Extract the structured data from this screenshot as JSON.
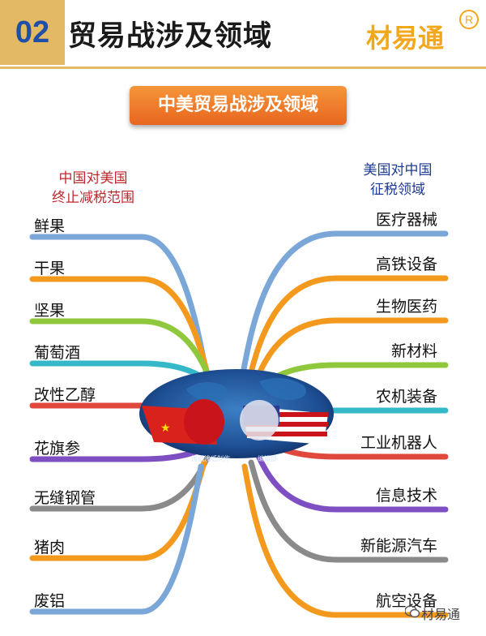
{
  "header": {
    "number": "02",
    "title": "贸易战涉及领域",
    "brand": "材易通",
    "registered_mark": "R"
  },
  "banner": {
    "title": "中美贸易战涉及领域"
  },
  "left_group": {
    "title_lines": [
      "中国对美国",
      "终止减税范围"
    ],
    "color": "#c0272d",
    "items": [
      "鲜果",
      "干果",
      "坚果",
      "葡萄酒",
      "改性乙醇",
      "花旗参",
      "无缝钢管",
      "猪肉",
      "废铝"
    ]
  },
  "right_group": {
    "title_lines": [
      "美国对中国",
      "征税领域"
    ],
    "color": "#1f3a93",
    "items": [
      "医疗器械",
      "高铁设备",
      "生物医药",
      "新材料",
      "农机装备",
      "工业机器人",
      "信息技术",
      "新能源汽车",
      "航空设备"
    ]
  },
  "center_image": {
    "caption_left": "浅纸浅纸制作",
    "caption_right": "编辑部"
  },
  "branch_colors": {
    "left": [
      "#7aa6d8",
      "#f39a1e",
      "#8fc83c",
      "#35b8c8",
      "#e0483d",
      "#7e4fc2",
      "#8a8a8a",
      "#f39a1e",
      "#7aa6d8"
    ],
    "right": [
      "#7aa6d8",
      "#f39a1e",
      "#f39a1e",
      "#8fc83c",
      "#35b8c8",
      "#e0483d",
      "#7e4fc2",
      "#8a8a8a",
      "#f39a1e"
    ]
  },
  "watermark": {
    "text": "材易通",
    "icon": "wechat-icon"
  }
}
